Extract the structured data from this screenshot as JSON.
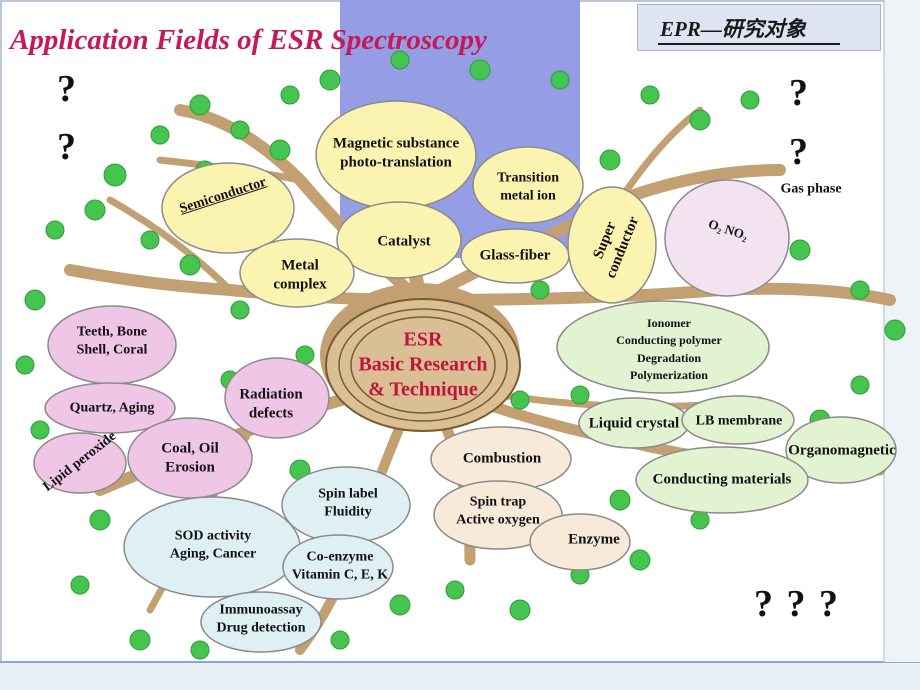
{
  "title": "Application Fields of ESR Spectroscopy",
  "corner_label": "EPR—研究对象",
  "question_marks": [
    "?",
    "?",
    "?",
    "?",
    "? ? ?"
  ],
  "core": "ESR\nBasic Research\n& Technique",
  "nodes": {
    "semiconductor": "Semiconductor",
    "magnetic_substance": "Magnetic substance\nphoto-translation",
    "transition_metal": "Transition\nmetal ion",
    "catalyst": "Catalyst",
    "glass_fiber": "Glass-fiber",
    "metal_complex": "Metal\ncomplex",
    "superconductor": "Super\nconductor",
    "gas_phase": "Gas phase",
    "o2_no2": "O₂  NO₂",
    "teeth_bone": "Teeth, Bone\nShell, Coral",
    "quartz": "Quartz, Aging",
    "lipid_peroxide": "Lipid peroxide",
    "radiation": "Radiation\ndefects",
    "coal_oil": "Coal, Oil\nErosion",
    "polymers": "Ionomer\nConducting polymer\nDegradation\nPolymerization",
    "liquid_crystal": "Liquid crystal",
    "lb_membrane": "LB membrane",
    "organomagnetic": "Organomagnetic",
    "conducting_materials": "Conducting materials",
    "combustion": "Combustion",
    "spin_trap": "Spin trap\nActive oxygen",
    "enzyme": "Enzyme",
    "spin_label": "Spin label\nFluidity",
    "sod": "SOD activity\nAging, Cancer",
    "coenzyme": "Co-enzyme\nVitamin C, E, K",
    "immunoassay": "Immunoassay\nDrug detection"
  },
  "colors": {
    "title": "#c41a5a",
    "yellow_fill": "#fbf3b0",
    "pink_fill": "#f0c6e6",
    "green_fill": "#e2f3d2",
    "blue_fill": "#dff0f5",
    "peach_fill": "#f7ead8",
    "lavender_fill": "#f3e2f0",
    "trunk": "#c2a072",
    "leaf": "#45c450",
    "core_text": "#c0143c",
    "blue_panel": "#8d96e2"
  }
}
